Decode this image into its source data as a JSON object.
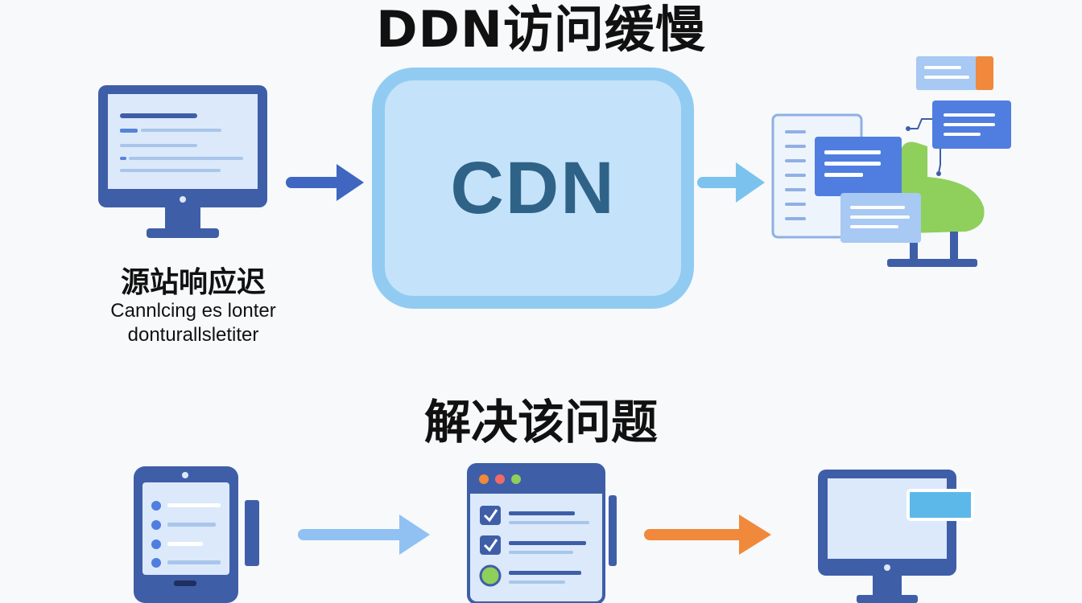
{
  "titles": {
    "main": "DDN访问缓慢",
    "solve": "解决该问题"
  },
  "origin": {
    "label": "源站响应迟",
    "subtext_line1": "Cannlcing es lonter",
    "subtext_line2": "donturallsletiter"
  },
  "cdn": {
    "label": "CDN"
  },
  "icons": {
    "origin_monitor": "desktop-monitor-icon",
    "arrow_1": "arrow-right-icon",
    "arrow_2": "arrow-right-icon",
    "edge_cluster": "edge-servers-icon",
    "tablet": "tablet-icon",
    "checklist": "checklist-window-icon",
    "final_monitor": "desktop-monitor-icon",
    "arrow_blue": "arrow-right-icon",
    "arrow_orange": "arrow-right-icon"
  },
  "colors": {
    "dark_blue": "#3f5ea8",
    "mid_blue": "#4f7ee0",
    "light_blue": "#a7c9f3",
    "screen_blue": "#dbe9fb",
    "green": "#8fcf5b",
    "orange": "#f0893b",
    "cyan": "#5db8ea"
  }
}
